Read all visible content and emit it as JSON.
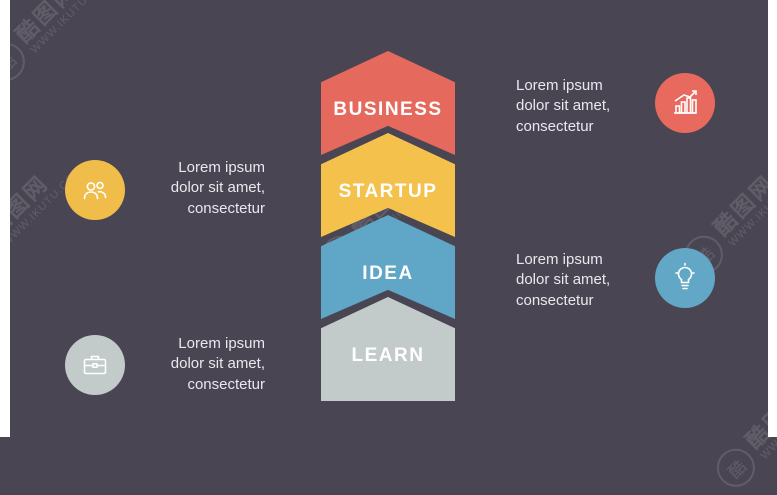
{
  "slide": {
    "background": "#494552",
    "watermark": {
      "brand": "酷图网",
      "site": "WWW.IKUTU.COM",
      "logo_char": "酷"
    }
  },
  "steps": [
    {
      "label": "BUSINESS",
      "color": "#e56a5d"
    },
    {
      "label": "STARTUP",
      "color": "#f4c14d"
    },
    {
      "label": "IDEA",
      "color": "#5fa6c7"
    },
    {
      "label": "LEARN",
      "color": "#c2cbca"
    }
  ],
  "annotations": {
    "left": [
      {
        "icon": "team-icon",
        "color": "#f0bd4a",
        "text": "Lorem ipsum\ndolor sit amet,\nconsectetur"
      },
      {
        "icon": "briefcase-icon",
        "color": "#c2cbc9",
        "text": "Lorem ipsum\ndolor sit amet,\nconsectetur"
      }
    ],
    "right": [
      {
        "icon": "bar-chart-icon",
        "color": "#e8695e",
        "text": "Lorem ipsum\ndolor sit amet,\nconsectetur"
      },
      {
        "icon": "lightbulb-icon",
        "color": "#62a7c6",
        "text": "Lorem ipsum\ndolor sit amet,\nconsectetur"
      }
    ]
  }
}
